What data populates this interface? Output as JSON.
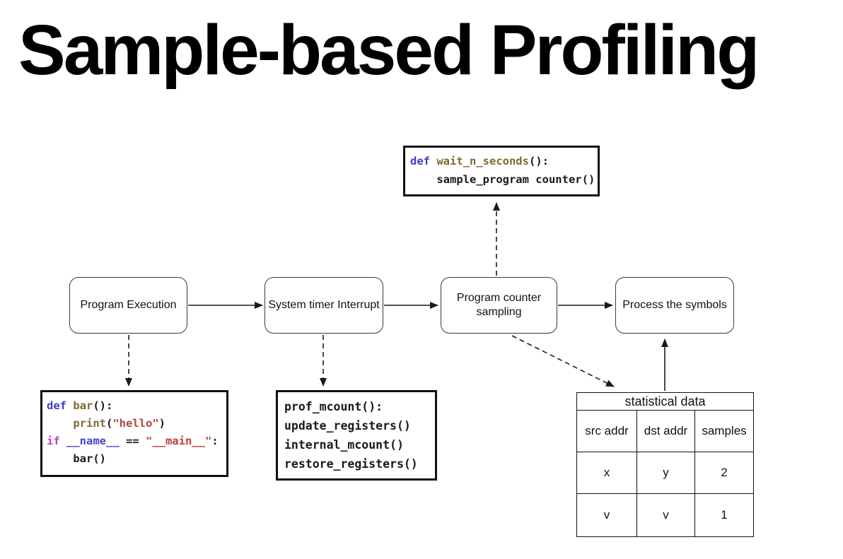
{
  "title": "Sample-based Profiling",
  "colors": {
    "keyword": "#3c3ccf",
    "function": "#7d6a2f",
    "string": "#b5413f",
    "conditional": "#c441c4",
    "dunder": "#4545c8",
    "plain": "#1a1a1a"
  },
  "flow": {
    "boxes": [
      {
        "label": "Program Execution"
      },
      {
        "label": "System timer Interrupt"
      },
      {
        "label": "Program counter sampling"
      },
      {
        "label": "Process the symbols"
      }
    ]
  },
  "code_boxes": {
    "sampler": {
      "lines": [
        [
          {
            "t": "def ",
            "c": "keyword"
          },
          {
            "t": "wait_n_seconds",
            "c": "function"
          },
          {
            "t": "():",
            "c": "plain"
          }
        ],
        [
          {
            "t": "    sample_program counter()",
            "c": "plain"
          }
        ]
      ]
    },
    "bar_program": {
      "lines": [
        [
          {
            "t": "def ",
            "c": "keyword"
          },
          {
            "t": "bar",
            "c": "function"
          },
          {
            "t": "():",
            "c": "plain"
          }
        ],
        [
          {
            "t": "    ",
            "c": "plain"
          },
          {
            "t": "print",
            "c": "function"
          },
          {
            "t": "(",
            "c": "plain"
          },
          {
            "t": "\"hello\"",
            "c": "string"
          },
          {
            "t": ")",
            "c": "plain"
          }
        ],
        [
          {
            "t": "if ",
            "c": "conditional"
          },
          {
            "t": "__name__",
            "c": "dunder"
          },
          {
            "t": " == ",
            "c": "plain"
          },
          {
            "t": "\"__main__\"",
            "c": "string"
          },
          {
            "t": ":",
            "c": "plain"
          }
        ],
        [
          {
            "t": "    bar()",
            "c": "plain"
          }
        ]
      ]
    },
    "mcount": {
      "lines": [
        [
          {
            "t": "prof_mcount():",
            "c": "plain"
          }
        ],
        [
          {
            "t": "update_registers()",
            "c": "plain"
          }
        ],
        [
          {
            "t": "internal_mcount()",
            "c": "plain"
          }
        ],
        [
          {
            "t": "restore_registers()",
            "c": "plain"
          }
        ]
      ]
    }
  },
  "stats_table": {
    "title": "statistical data",
    "columns": [
      "src addr",
      "dst addr",
      "samples"
    ],
    "rows": [
      [
        "x",
        "y",
        "2"
      ],
      [
        "v",
        "v",
        "1"
      ]
    ]
  }
}
